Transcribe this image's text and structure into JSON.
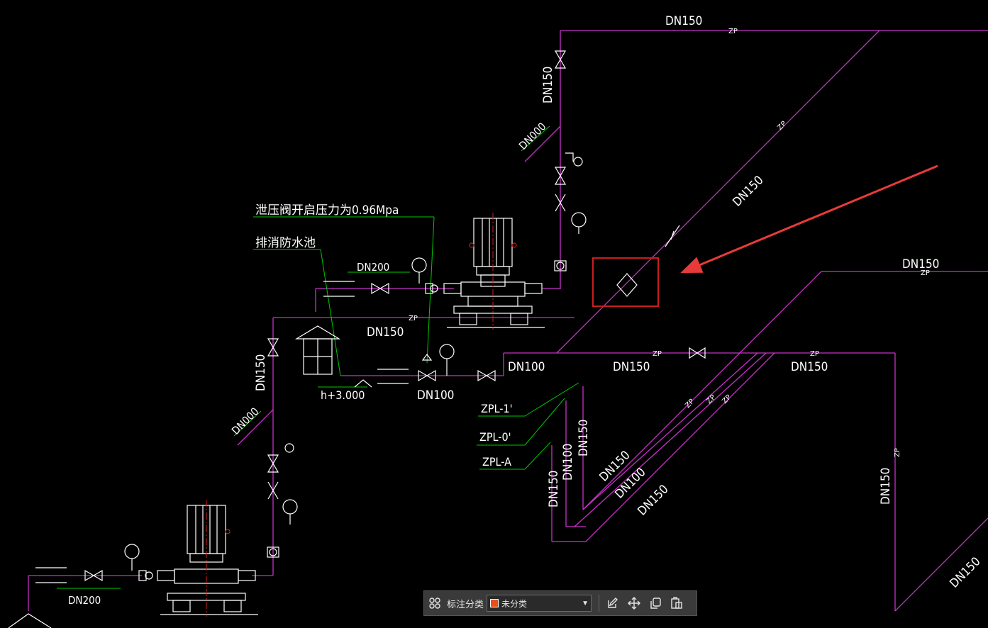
{
  "drawing": {
    "annotations": {
      "relief_valve_note": "泄压阀开启压力为0.96Mpa",
      "drain_note": "排消防水池",
      "elevation": "h+3.000"
    },
    "pipe_labels": {
      "dn150": "DN150",
      "dn100": "DN100",
      "dn200": "DN200",
      "dn000": "DN000",
      "zp": "ZP"
    },
    "riser_labels": [
      "ZPL-1'",
      "ZPL-0'",
      "ZPL-A"
    ],
    "colors": {
      "pipe": "#c832c8",
      "leader": "#00c800",
      "equipment": "#ffffff",
      "highlight_box": "#c81e1e",
      "arrow": "#e83a3a",
      "centerline": "#c81e1e"
    }
  },
  "toolbar": {
    "category_label": "标注分类",
    "category_value": "未分类",
    "icons": [
      "grid-icon",
      "edit-icon",
      "move-icon",
      "copy-icon",
      "paste-icon"
    ]
  }
}
